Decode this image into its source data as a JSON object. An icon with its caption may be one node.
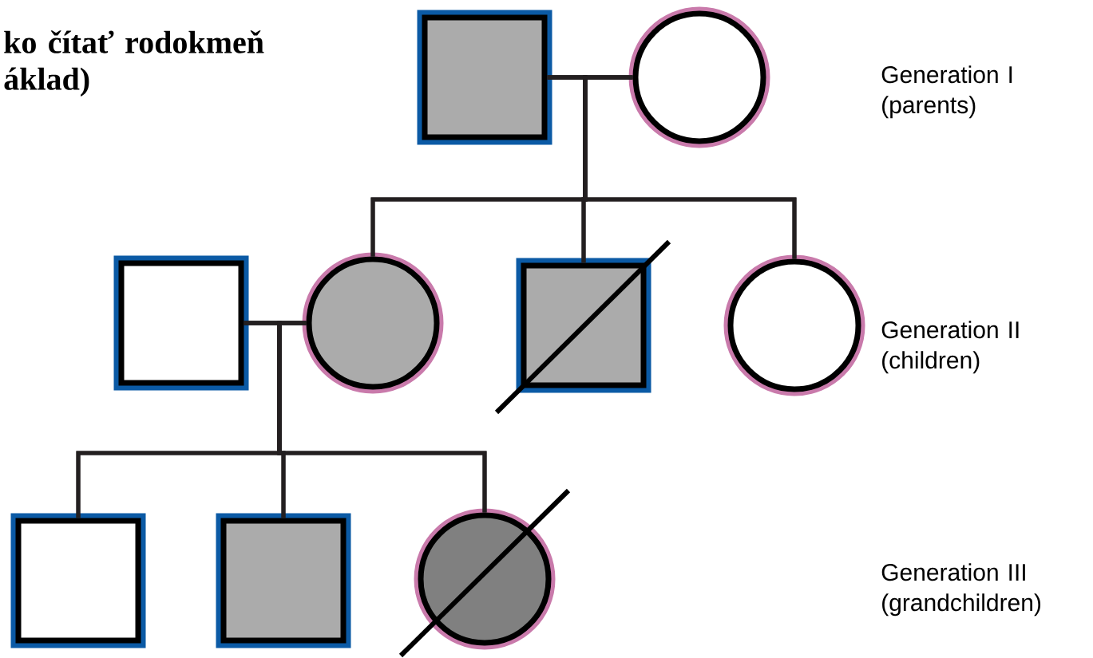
{
  "diagram": {
    "title": "ko čítať rodokmeň áklad)",
    "nodes": [
      {
        "text": [],
        "shape": "box"
      },
      {
        "text": [],
        "shape": "circle"
      },
      {
        "text": [],
        "shape": "box"
      },
      {
        "text": [],
        "shape": "circle"
      },
      {
        "text": [],
        "shape": "box"
      },
      {
        "text": [],
        "shape": "circle"
      },
      {
        "text": [],
        "shape": "box"
      },
      {
        "text": [],
        "shape": "box"
      },
      {
        "text": [],
        "shape": "circle"
      }
    ],
    "edges": [
      {
        "from": 0,
        "to": 1,
        "arrow": "none"
      },
      {
        "from": 0,
        "to": 3,
        "arrow": "none"
      },
      {
        "from": 0,
        "to": 4,
        "arrow": "none"
      },
      {
        "from": 0,
        "to": 5,
        "arrow": "none"
      },
      {
        "from": 1,
        "to": 3,
        "arrow": "none"
      },
      {
        "from": 1,
        "to": 4,
        "arrow": "none"
      },
      {
        "from": 1,
        "to": 5,
        "arrow": "none"
      },
      {
        "from": 2,
        "to": 3,
        "arrow": "none"
      },
      {
        "from": 2,
        "to": 6,
        "arrow": "none"
      },
      {
        "from": 2,
        "to": 7,
        "arrow": "none"
      },
      {
        "from": 2,
        "to": 8,
        "arrow": "none"
      },
      {
        "from": 3,
        "to": 6,
        "arrow": "none"
      },
      {
        "from": 3,
        "to": 7,
        "arrow": "none"
      },
      {
        "from": 3,
        "to": 8,
        "arrow": "none"
      }
    ],
    "labels": [
      "Generation I (parents)",
      "Generation II (children)",
      "Generation III (grandchildren)"
    ]
  }
}
